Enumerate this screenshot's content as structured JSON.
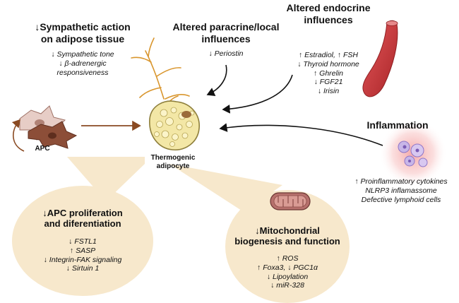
{
  "sympathetic": {
    "title_line1": "↓Sympathetic action",
    "title_line2": "on adipose tissue",
    "items": [
      "↓ Sympathetic tone",
      "↓ β-adrenergic",
      "responsiveness"
    ]
  },
  "paracrine": {
    "title_line1": "Altered paracrine/local",
    "title_line2": "influences",
    "items": [
      "↓ Periostin"
    ]
  },
  "endocrine": {
    "title_line1": "Altered endocrine",
    "title_line2": "influences",
    "items": [
      "↑ Estradiol, ↑ FSH",
      "↓ Thyroid hormone",
      "↑ Ghrelin",
      "↓ FGF21",
      "↓ Irisin"
    ]
  },
  "inflammation": {
    "title": "Inflammation",
    "items": [
      "↑ Proinflammatory cytokines",
      "NLRP3 inflamassome",
      "Defective lymphoid cells"
    ]
  },
  "apc": {
    "label": "APC",
    "title_line1": "↓APC proliferation",
    "title_line2": "and diferentiation",
    "items": [
      "↓ FSTL1",
      "↑ SASP",
      "↓ Integrin-FAK signaling",
      "↓ Sirtuin 1"
    ]
  },
  "adipocyte": {
    "label_line1": "Thermogenic",
    "label_line2": "adipocyte"
  },
  "mitochondria": {
    "title_line1": "↓Mitochondrial",
    "title_line2": "biogenesis and function",
    "items": [
      "↑ ROS",
      "↑ Foxa3, ↓ PGC1α",
      "↓ Lipoylation",
      "↓ miR-328"
    ]
  },
  "colors": {
    "arrow": "#111111",
    "apc_arrow": "#8a4a22",
    "nerve": "#d9962e",
    "bubble": "#f7e8cc",
    "vessel": "#c7373a",
    "inflammation_glow": "#f4a2a2"
  }
}
